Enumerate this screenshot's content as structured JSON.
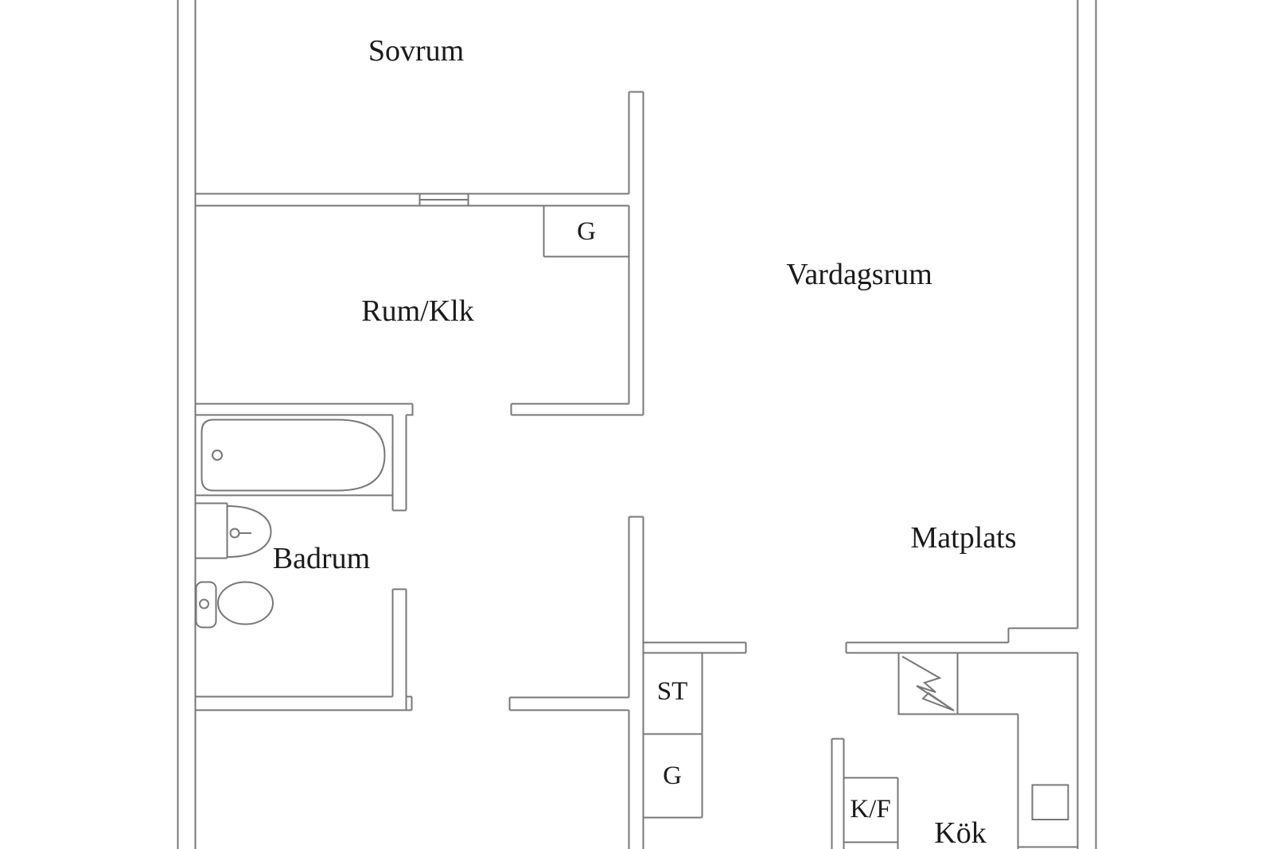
{
  "floorplan": {
    "colors": {
      "background": "#ffffff",
      "wall": "#777777",
      "text": "#1b1b1b"
    },
    "rooms": [
      {
        "id": "sovrum",
        "label": "Sovrum"
      },
      {
        "id": "rum-klk",
        "label": "Rum/Klk"
      },
      {
        "id": "vardagsrum",
        "label": "Vardagsrum"
      },
      {
        "id": "badrum",
        "label": "Badrum"
      },
      {
        "id": "matplats",
        "label": "Matplats"
      },
      {
        "id": "kok",
        "label": "Kök"
      }
    ],
    "closets": [
      {
        "id": "g-upper",
        "label": "G"
      },
      {
        "id": "st",
        "label": "ST"
      },
      {
        "id": "g-lower",
        "label": "G"
      },
      {
        "id": "kf",
        "label": "K/F"
      }
    ],
    "fixtures": [
      {
        "id": "bathtub",
        "icon": "bathtub-icon"
      },
      {
        "id": "sink",
        "icon": "sink-icon"
      },
      {
        "id": "toilet",
        "icon": "toilet-icon"
      },
      {
        "id": "electrical-panel",
        "icon": "lightning-bolt-icon"
      },
      {
        "id": "shaft-window",
        "icon": "square-icon"
      }
    ]
  }
}
